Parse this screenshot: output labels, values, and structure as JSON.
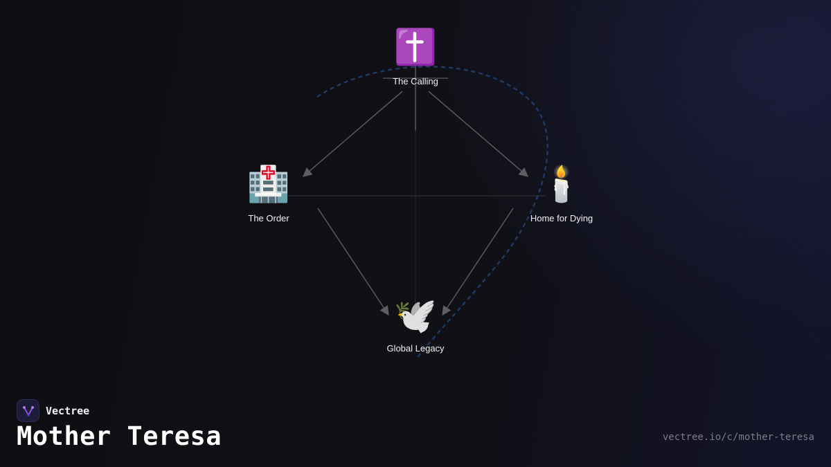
{
  "nodes": [
    {
      "id": "calling",
      "icon": "latin-cross-icon",
      "glyph": "✝️",
      "label": "The Calling"
    },
    {
      "id": "order",
      "icon": "hospital-icon",
      "glyph": "🏥",
      "label": "The Order"
    },
    {
      "id": "home",
      "icon": "candle-icon",
      "glyph": "🕯️",
      "label": "Home for Dying"
    },
    {
      "id": "legacy",
      "icon": "dove-icon",
      "glyph": "🕊️",
      "label": "Global Legacy"
    }
  ],
  "edges": [
    {
      "from": "calling",
      "to": "order"
    },
    {
      "from": "calling",
      "to": "home"
    },
    {
      "from": "order",
      "to": "legacy"
    },
    {
      "from": "home",
      "to": "legacy"
    }
  ],
  "brand": {
    "name": "Vectree",
    "logo_icon": "vectree-logo-icon"
  },
  "title": "Mother Teresa",
  "url": "vectree.io/c/mother-teresa",
  "colors": {
    "background": "#0f0f13",
    "edge": "#5a5a5f",
    "dashed_path": "#1f3a63",
    "text": "#f2f2f5",
    "muted_text": "#7d7d86",
    "brand_accent": "#8a4fd8"
  }
}
